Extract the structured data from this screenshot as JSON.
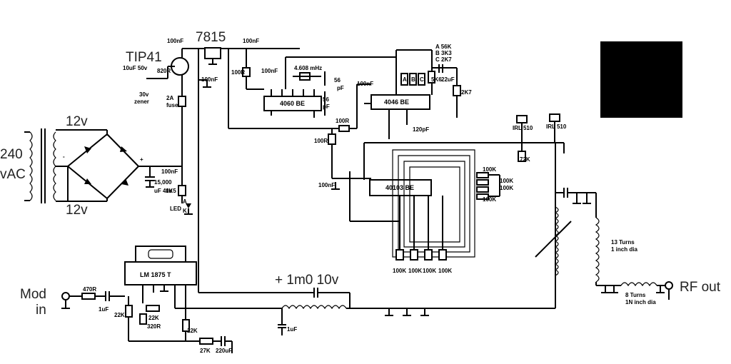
{
  "labels": {
    "ac_voltage": "240",
    "ac_unit": "vAC",
    "secondary_top": "12v",
    "secondary_bottom": "12v",
    "transistor": "TIP41",
    "regulator": "7815",
    "c_100nf": "100nF",
    "c_10uf": "10uF 50v",
    "r_820": "820R",
    "zener_1": "30v",
    "zener_2": "zener",
    "fuse_1": "2A",
    "fuse_2": "fuse",
    "cap_15000": "15,000",
    "cap_15000_v": "uF 40v",
    "r_1k5": "1K5",
    "led": "LED",
    "led_a": "A",
    "led_k": "K",
    "r_100": "100R",
    "crystal": "4.608 mHz",
    "ic_4060": "4060 BE",
    "ic_4046": "4046 BE",
    "ic_40103": "40103 BE",
    "cap_56": "56",
    "cap_pf": "pF",
    "abc_a": "A 56K",
    "abc_b": "B 3K3",
    "abc_c": "C 2K7",
    "sw_a": "A",
    "sw_b": "B",
    "sw_c": "C",
    "r_5k6": "5K6",
    "c_22uf": "22uF",
    "r_2k7": "2K7",
    "c_120pf": "120pF",
    "irl_1": "IRL 510",
    "irl_2": "IRL 510",
    "r_72k": "72K",
    "r_100k": "100K",
    "amp": "LM 1875 T",
    "mod_1": "Mod",
    "mod_2": "in",
    "r_470": "470R",
    "c_1uf": "1uF",
    "r_22k": "22K",
    "r_320": "320R",
    "r_27k": "27K",
    "c_220uf": "220uF",
    "coupling": "+ 1m0 10v",
    "coil_13_1": "13 Turns",
    "coil_13_2": "1 inch dia",
    "coil_8_1": "8 Turns",
    "coil_8_2": "1N inch dia",
    "rf_out": "RF out"
  }
}
